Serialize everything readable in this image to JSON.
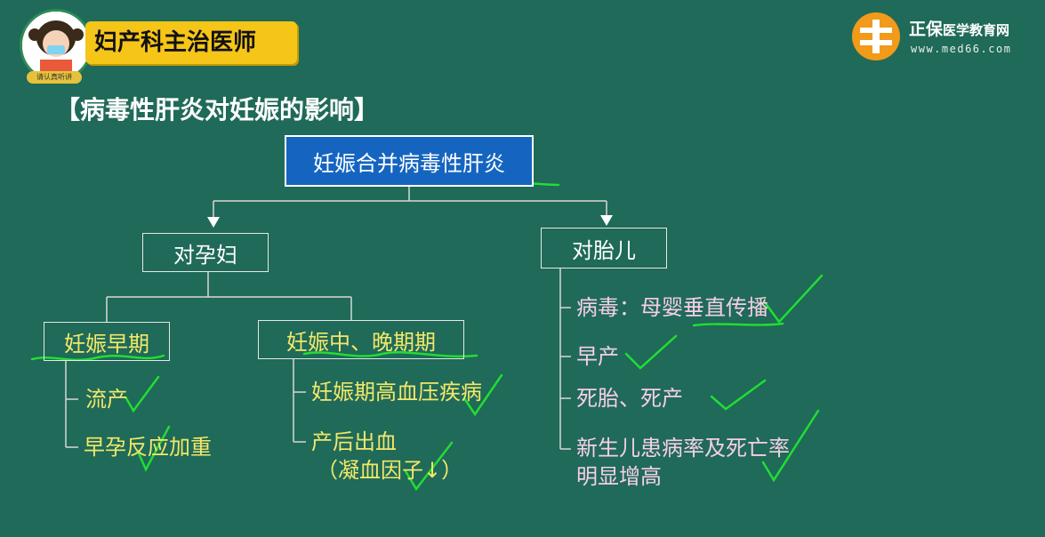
{
  "header": {
    "course_title": "妇产科主治医师",
    "avatar_caption": "请认真听讲"
  },
  "logo": {
    "brand_main": "正保",
    "brand_sub": "医学教育网",
    "url": "www.med66.com"
  },
  "slide_title": "【病毒性肝炎对妊娠的影响】",
  "diagram": {
    "root": "妊娠合并病毒性肝炎",
    "mother": {
      "label": "对孕妇",
      "early": {
        "label": "妊娠早期",
        "items": [
          "流产",
          "早孕反应加重"
        ]
      },
      "late": {
        "label": "妊娠中、晚期期",
        "items": [
          "妊娠期高血压疾病",
          "产后出血",
          "（凝血因子↓）"
        ]
      }
    },
    "fetus": {
      "label": "对胎儿",
      "items": [
        "病毒：母婴垂直传播",
        "早产",
        "死胎、死产",
        "新生儿患病率及死亡率",
        "明显增高"
      ]
    }
  },
  "colors": {
    "background": "#1f6a58",
    "root_fill": "#1565c0",
    "highlight_text": "#f3e86a",
    "fetus_text": "#f6cfe6",
    "annotation": "#22dd33"
  }
}
